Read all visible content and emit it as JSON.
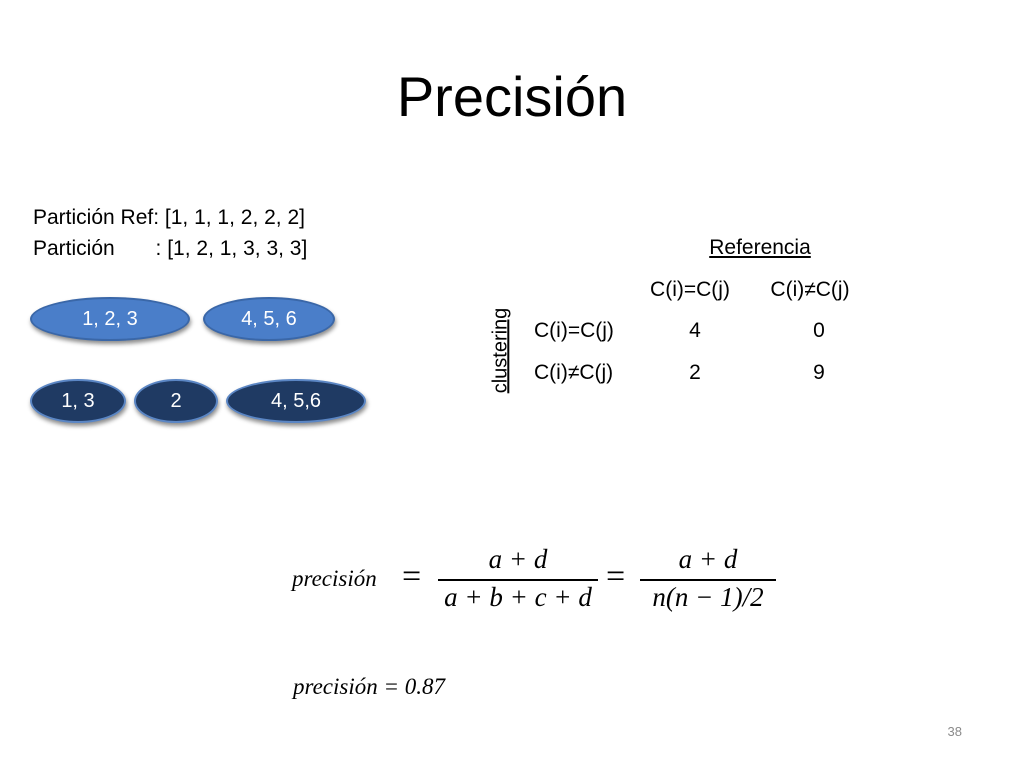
{
  "title": "Precisión",
  "partitions": {
    "ref_line": "Partición Ref: [1, 1, 1, 2, 2, 2]",
    "part_line": "Partición       : [1, 2, 1, 3, 3, 3]"
  },
  "ref_clusters": [
    "1, 2, 3",
    "4, 5, 6"
  ],
  "clustering_clusters": [
    "1, 3",
    "2",
    "4, 5,6"
  ],
  "contingency": {
    "col_group_label": "Referencia",
    "row_group_label": "clustering",
    "col_headers": [
      "C(i)=C(j)",
      "C(i)≠C(j)"
    ],
    "rows": [
      {
        "label": "C(i)=C(j)",
        "values": [
          "4",
          "0"
        ]
      },
      {
        "label": "C(i)≠C(j)",
        "values": [
          "2",
          "9"
        ]
      }
    ]
  },
  "formula": {
    "lhs": "precisión",
    "eq": "=",
    "frac1_num": "a + d",
    "frac1_den": "a + b + c + d",
    "frac2_num": "a + d",
    "frac2_den": "n(n − 1)/2"
  },
  "result": "precisión = 0.87",
  "colors": {
    "ref_ellipse": "#4a7ec9",
    "clustering_ellipse": "#1f3a63"
  },
  "slide_number": "38"
}
